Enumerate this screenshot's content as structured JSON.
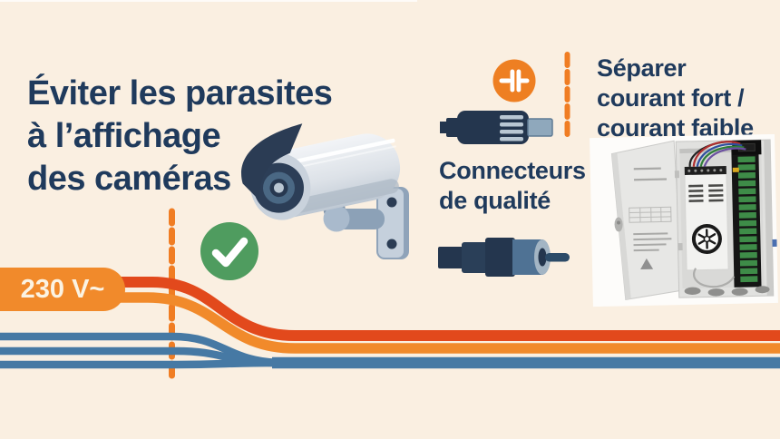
{
  "background": "#FAEFE1",
  "title": {
    "lines": [
      "Éviter les parasites",
      "à l’affichage",
      "des caméras"
    ],
    "color": "#1F3A5C"
  },
  "voltage_badge": {
    "label": "230 V~",
    "bg": "#F18A2B",
    "text_color": "#FBF3E3"
  },
  "annotations": {
    "separate": {
      "icon": "capacitor-icon",
      "lines": [
        "Séparer",
        "courant fort /",
        "courant faible"
      ]
    },
    "connectors": {
      "lines": [
        "Connecteurs",
        "de qualité"
      ]
    }
  },
  "status": {
    "icon": "check-icon",
    "glyph": "✓",
    "color": "#4F9C5F"
  },
  "cables": {
    "high_current_colors": [
      "#E2491C",
      "#F18A2B"
    ],
    "low_current_color": "#4679A4",
    "dashed_separator_color": "#F07D23"
  },
  "illustrations": [
    "cctv-camera",
    "dc-power-connector",
    "bnc-connector",
    "power-distribution-box"
  ]
}
